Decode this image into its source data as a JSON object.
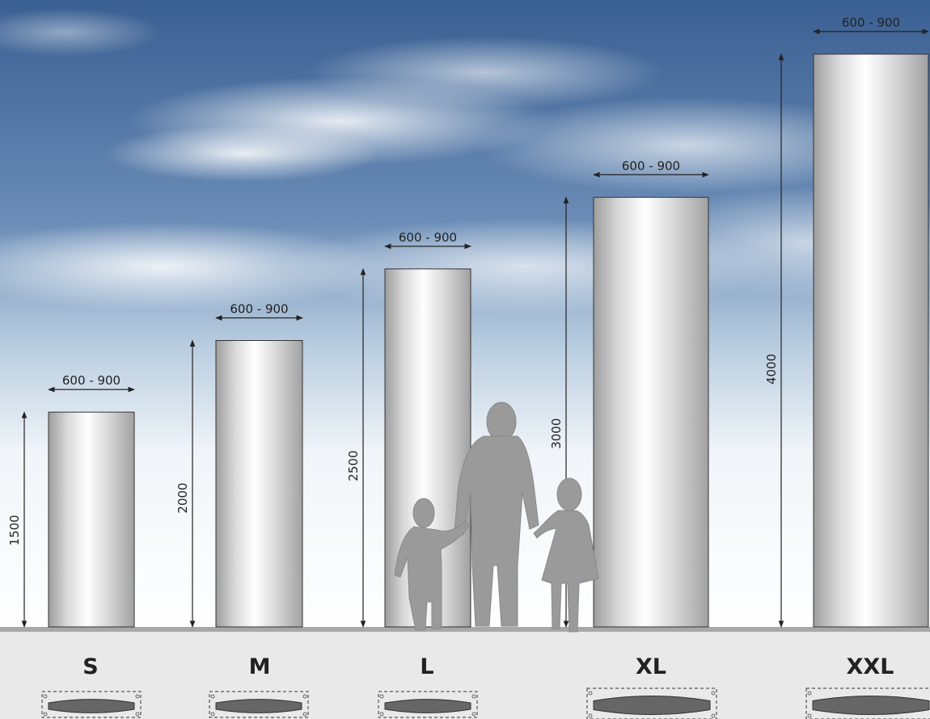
{
  "sizes": [
    {
      "name": "S",
      "height_mm": "1500",
      "width_mm": "600 - 900"
    },
    {
      "name": "M",
      "height_mm": "2000",
      "width_mm": "600 - 900"
    },
    {
      "name": "L",
      "height_mm": "2500",
      "width_mm": "600 - 900"
    },
    {
      "name": "XL",
      "height_mm": "3000",
      "width_mm": "600 - 900"
    },
    {
      "name": "XXL",
      "height_mm": "4000",
      "width_mm": "600 - 900"
    }
  ],
  "colors": {
    "sky_top": "#3f6697",
    "sky_mid": "#8fa9c8",
    "horizon": "#ffffff",
    "ground_line": "#a8a8a8",
    "ground": "#e9e9e9",
    "silhouette": "#999999",
    "base_fill": "#666666",
    "dim_line": "#222222"
  }
}
